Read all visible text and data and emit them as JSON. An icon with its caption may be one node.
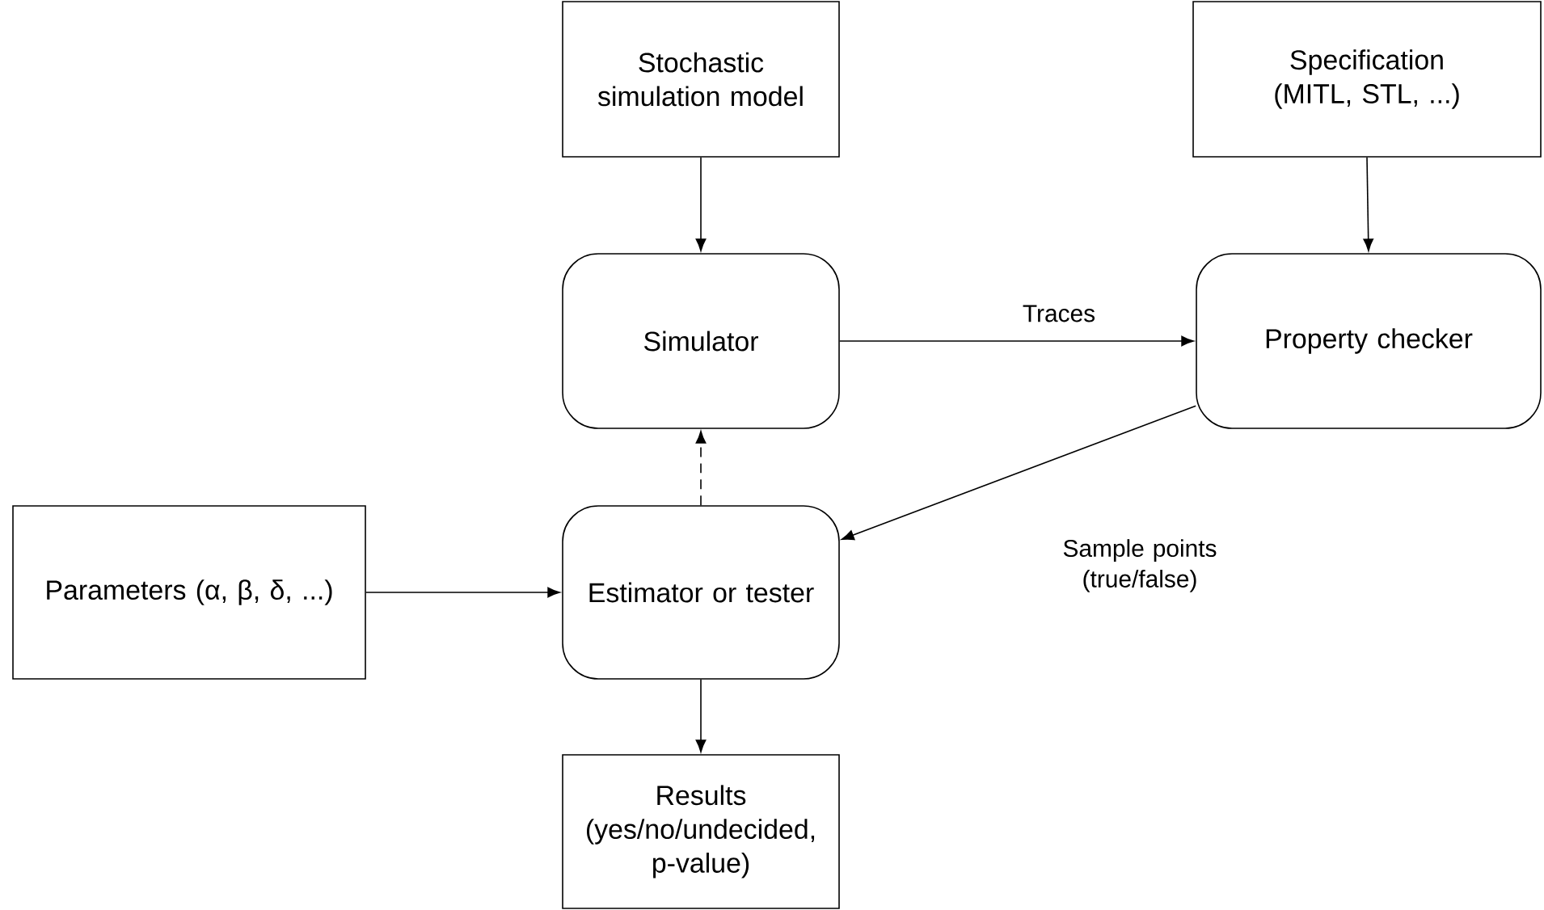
{
  "diagram": {
    "nodes": [
      {
        "text": [
          "Stochastic simulation model"
        ]
      },
      {
        "text": [
          "Specification (MITL, STL, ...)"
        ]
      },
      {
        "text": [
          "Simulator"
        ]
      },
      {
        "text": [
          "Property checker"
        ]
      },
      {
        "text": [
          "Parameters (α, β, δ, ...)"
        ]
      },
      {
        "text": [
          "Estimator or tester"
        ]
      },
      {
        "text": [
          "Results (yes/no/undecided, p-value)"
        ]
      }
    ],
    "edges": [
      {
        "from": 0,
        "to": 2,
        "arrow": "to"
      },
      {
        "from": 1,
        "to": 3,
        "arrow": "to"
      },
      {
        "from": 2,
        "to": 3,
        "arrow": "to",
        "label": "Traces"
      },
      {
        "from": 3,
        "to": 5,
        "arrow": "to",
        "label": "Sample points (true/false)"
      },
      {
        "from": 4,
        "to": 5,
        "arrow": "to"
      },
      {
        "from": 5,
        "to": 2,
        "arrow": "to",
        "style": "dashed"
      },
      {
        "from": 5,
        "to": 6,
        "arrow": "to"
      }
    ]
  }
}
